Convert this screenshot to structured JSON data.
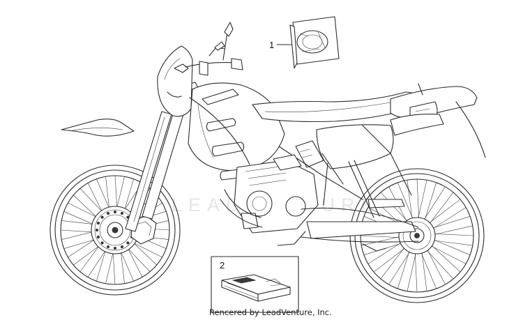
{
  "diagram": {
    "callouts": [
      {
        "number": "1"
      },
      {
        "number": "2"
      }
    ],
    "watermark_text": "LEADVENTURE",
    "footer_text": "Rencered by LeadVenture, Inc.",
    "colors": {
      "line": "#2b2b2b",
      "background": "#ffffff",
      "watermark": "#e6e6e6"
    }
  }
}
